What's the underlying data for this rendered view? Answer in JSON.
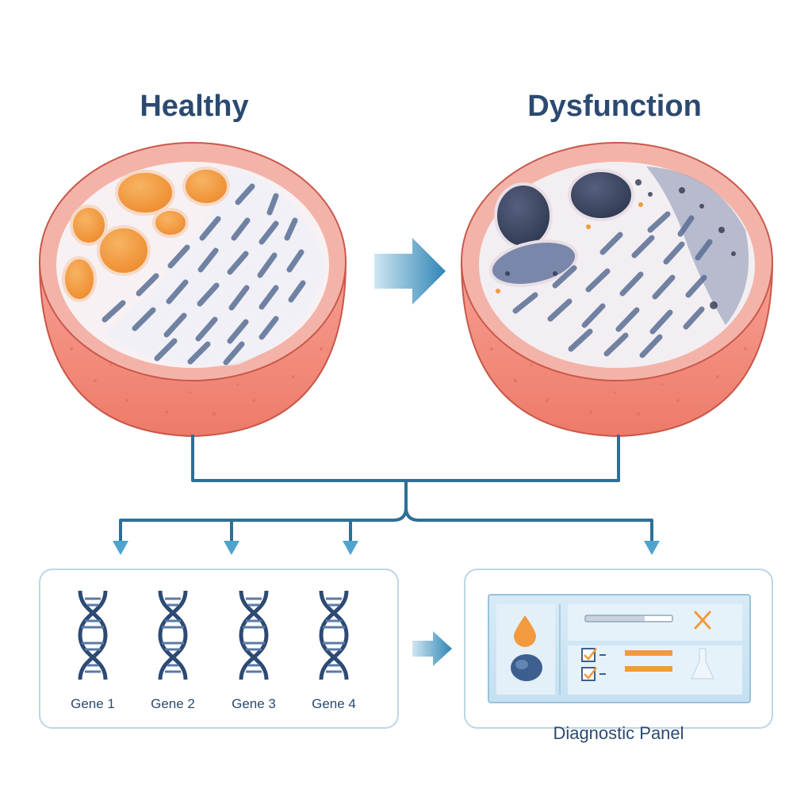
{
  "titles": {
    "healthy": "Healthy",
    "dysfunction": "Dysfunction"
  },
  "genes": [
    {
      "label": "Gene 1"
    },
    {
      "label": "Gene 2"
    },
    {
      "label": "Gene 3"
    },
    {
      "label": "Gene 4"
    }
  ],
  "diagnostic_panel": {
    "label": "Diagnostic Panel"
  },
  "colors": {
    "title": "#2b4a72",
    "connector": "#2e6f96",
    "arrow": "#3a93c0",
    "tissue": "#f08070",
    "fat_healthy": "#f29a3d",
    "fat_dysfunction": "#3d4766",
    "fibers": "#5a6f95",
    "box_border": "#bcd6e6"
  }
}
